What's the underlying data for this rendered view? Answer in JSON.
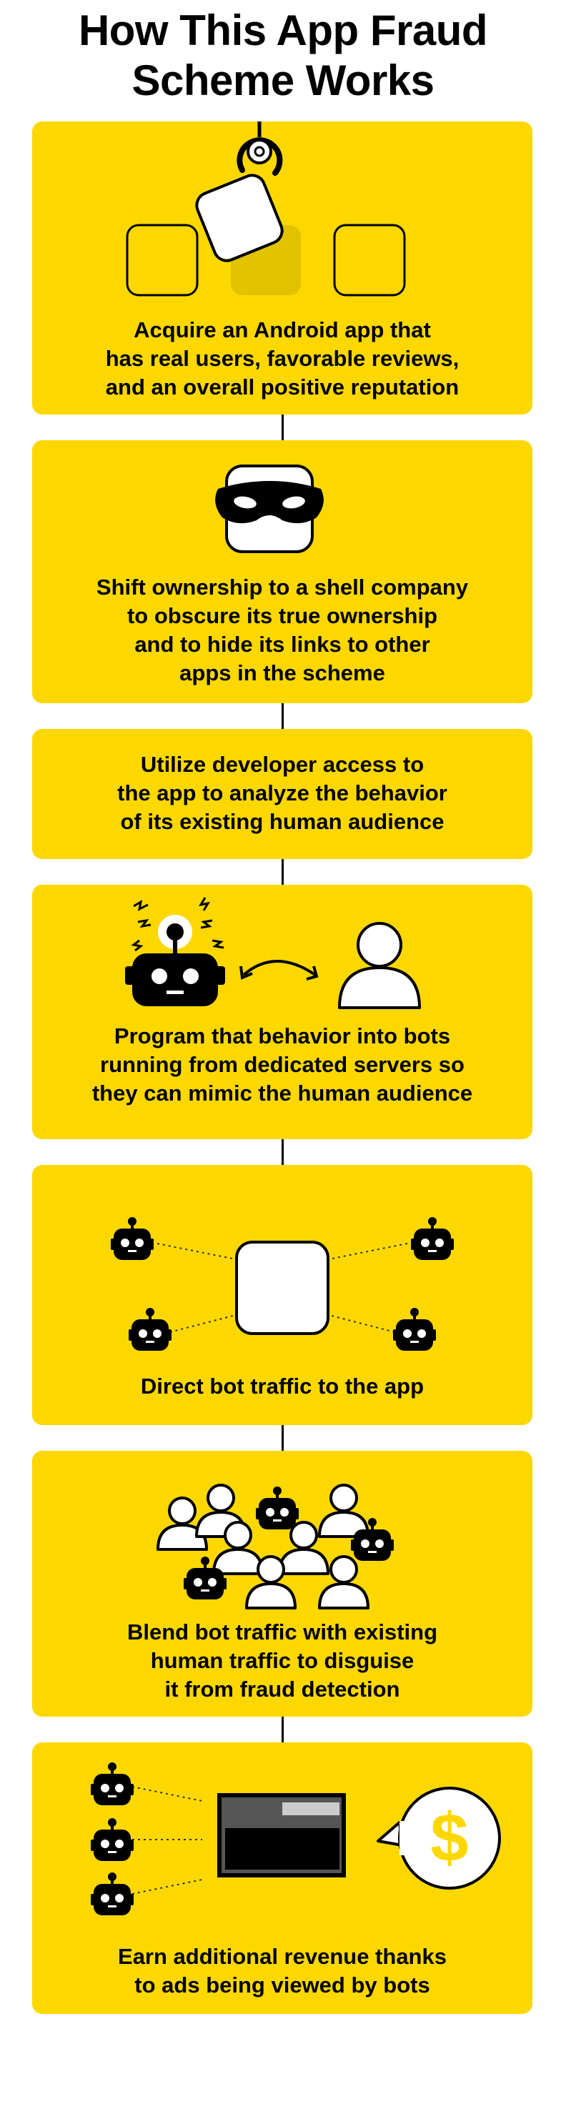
{
  "title": {
    "line1": "How This App Fraud",
    "line2": "Scheme Works"
  },
  "steps": [
    {
      "l1": "Acquire an Android app that",
      "l2": "has real users, favorable reviews,",
      "l3": "and an overall positive reputation",
      "icons": [
        "claw-grabbing-app-icon",
        "empty-app-slot-icon"
      ]
    },
    {
      "l1": "Shift ownership to a shell company",
      "l2": "to obscure its true ownership",
      "l3": "and to hide its links to other",
      "l4": "apps in the scheme",
      "icons": [
        "masked-app-icon"
      ]
    },
    {
      "l1": "Utilize developer access to",
      "l2": "the app to analyze the behavior",
      "l3": "of its existing human audience"
    },
    {
      "l1": "Program that behavior into bots",
      "l2": "running from dedicated servers so",
      "l3": "they can mimic the human audience",
      "icons": [
        "bot-icon",
        "person-icon",
        "double-arrow-icon"
      ]
    },
    {
      "l1": "Direct bot traffic to the app",
      "icons": [
        "bot-icon",
        "app-icon"
      ]
    },
    {
      "l1": "Blend bot traffic with existing",
      "l2": "human traffic to disguise",
      "l3": "it from fraud detection",
      "icons": [
        "crowd-icon"
      ]
    },
    {
      "l1": "Earn additional revenue thanks",
      "l2": "to ads being viewed by bots",
      "icons": [
        "bot-icon",
        "ad-screen-icon",
        "dollar-bubble-icon"
      ],
      "dollar": "$"
    }
  ],
  "colors": {
    "yellow": "#fcd800",
    "black": "#000000",
    "white": "#ffffff",
    "gray": "#555555"
  }
}
